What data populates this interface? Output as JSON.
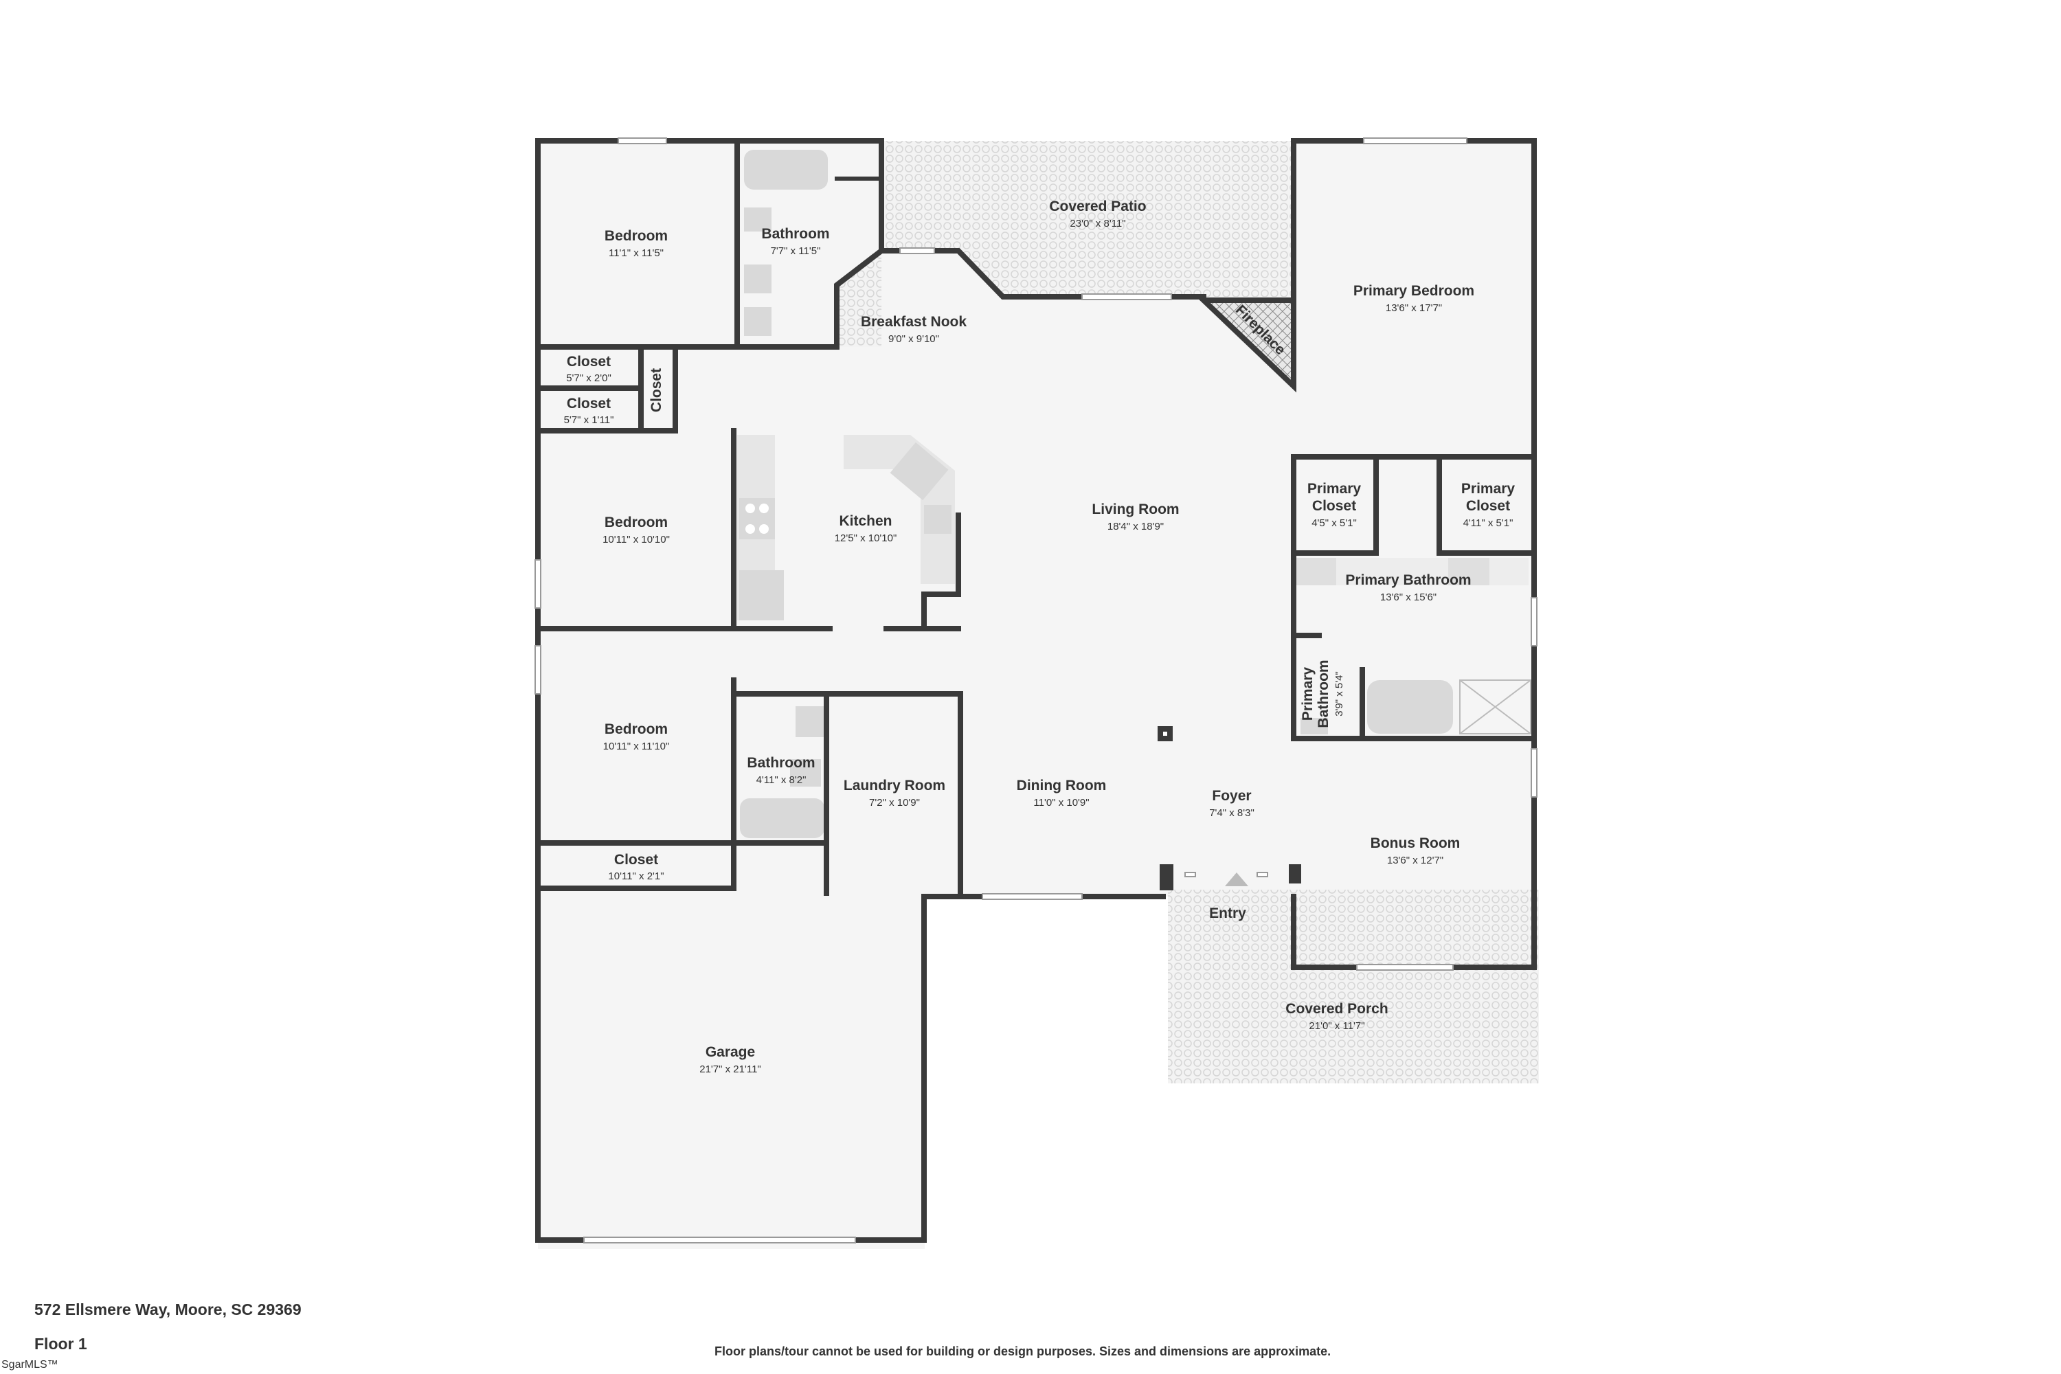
{
  "rooms": {
    "bedroom1": {
      "name": "Bedroom",
      "dim": "11'1\" x 11'5\""
    },
    "bathroom1": {
      "name": "Bathroom",
      "dim": "7'7\" x 11'5\""
    },
    "patio": {
      "name": "Covered Patio",
      "dim": "23'0\" x 8'11\""
    },
    "primary_bedroom": {
      "name": "Primary Bedroom",
      "dim": "13'6\" x 17'7\""
    },
    "breakfast": {
      "name": "Breakfast Nook",
      "dim": "9'0\" x 9'10\""
    },
    "fireplace": {
      "name": "Fireplace"
    },
    "closet1": {
      "name": "Closet",
      "dim": "5'7\" x 2'0\""
    },
    "closet2": {
      "name": "Closet",
      "dim": "5'7\" x 1'11\""
    },
    "closet3": {
      "name": "Closet"
    },
    "bedroom2": {
      "name": "Bedroom",
      "dim": "10'11\" x 10'10\""
    },
    "kitchen": {
      "name": "Kitchen",
      "dim": "12'5\" x 10'10\""
    },
    "living": {
      "name": "Living Room",
      "dim": "18'4\" x 18'9\""
    },
    "primary_closet1": {
      "name": "Primary",
      "name2": "Closet",
      "dim": "4'5\" x 5'1\""
    },
    "primary_closet2": {
      "name": "Primary",
      "name2": "Closet",
      "dim": "4'11\" x 5'1\""
    },
    "primary_bath": {
      "name": "Primary Bathroom",
      "dim": "13'6\" x 15'6\""
    },
    "primary_bath2": {
      "name": "Primary",
      "name2": "Bathroom",
      "dim": "3'9\" x 5'4\""
    },
    "bedroom3": {
      "name": "Bedroom",
      "dim": "10'11\" x 11'10\""
    },
    "bathroom2": {
      "name": "Bathroom",
      "dim": "4'11\" x 8'2\""
    },
    "laundry": {
      "name": "Laundry Room",
      "dim": "7'2\" x 10'9\""
    },
    "dining": {
      "name": "Dining Room",
      "dim": "11'0\" x 10'9\""
    },
    "foyer": {
      "name": "Foyer",
      "dim": "7'4\" x 8'3\""
    },
    "bonus": {
      "name": "Bonus Room",
      "dim": "13'6\" x 12'7\""
    },
    "closet4": {
      "name": "Closet",
      "dim": "10'11\" x 2'1\""
    },
    "entry": {
      "name": "Entry"
    },
    "porch": {
      "name": "Covered Porch",
      "dim": "21'0\" x 11'7\""
    },
    "garage": {
      "name": "Garage",
      "dim": "21'7\" x 21'11\""
    }
  },
  "footer": {
    "address": "572 Ellsmere Way, Moore, SC 29369",
    "floor": "Floor 1",
    "disclaimer": "Floor plans/tour cannot be used for building or design purposes. Sizes and dimensions are approximate.",
    "logo": "SgarMLS™"
  },
  "colors": {
    "wall": "#3a3a3a",
    "floor": "#f5f5f5",
    "fixture": "#d9d9d9"
  }
}
